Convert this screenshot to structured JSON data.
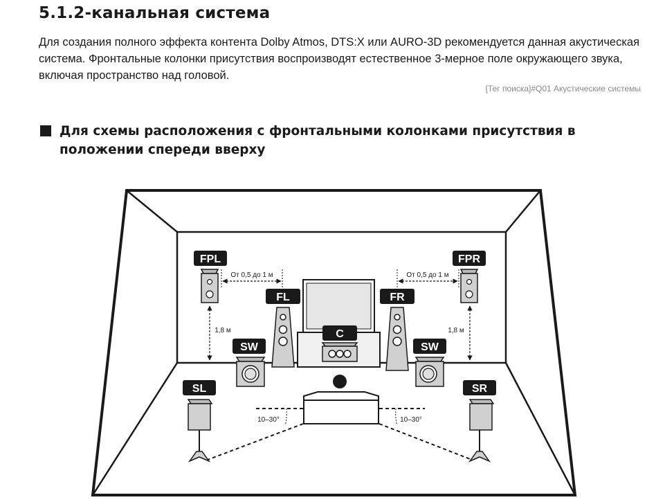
{
  "header": {
    "title": "5.1.2-канальная система",
    "intro": "Для создания полного эффекта контента Dolby Atmos, DTS:X или AURO-3D рекомендуется данная акустическая система. Фронтальные колонки присутствия воспроизводят естественное 3-мерное поле окружающего звука, включая пространство над головой.",
    "search_tag": "[Тег поиска]#Q01 Акустические системы"
  },
  "section": {
    "subtitle": "Для схемы расположения с фронтальными колонками присутствия в положении спереди вверху"
  },
  "diagram": {
    "speakers": {
      "fpl": "FPL",
      "fpr": "FPR",
      "fl": "FL",
      "fr": "FR",
      "c": "C",
      "sw_left": "SW",
      "sw_right": "SW",
      "sl": "SL",
      "sr": "SR"
    },
    "dimensions": {
      "front_distance_left": "От 0,5 до 1 м",
      "front_distance_right": "От 0,5 до 1 м",
      "height_left": "1,8 м",
      "height_right": "1,8 м",
      "angle_left": "10–30°",
      "angle_right": "10–30°"
    },
    "colors": {
      "label_bg": "#1a1a1a",
      "speaker_fill": "#cccccc",
      "line": "#1a1a1a"
    }
  }
}
